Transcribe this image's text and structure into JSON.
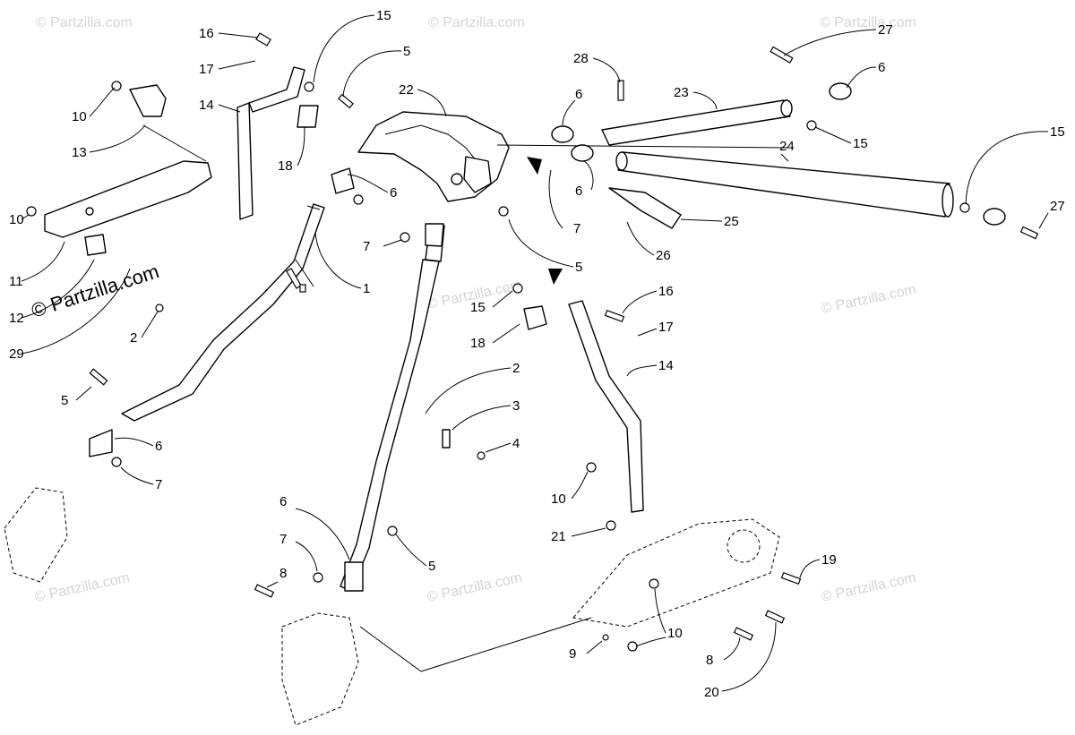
{
  "watermark": {
    "text": "© Partzilla.com"
  },
  "callouts": [
    "16",
    "15",
    "5",
    "17",
    "10",
    "14",
    "13",
    "22",
    "28",
    "23",
    "27",
    "6",
    "15",
    "24",
    "18",
    "6",
    "6",
    "15",
    "6",
    "10",
    "7",
    "7",
    "25",
    "27",
    "11",
    "1",
    "5",
    "26",
    "12",
    "29",
    "2",
    "15",
    "16",
    "18",
    "17",
    "5",
    "2",
    "14",
    "3",
    "4",
    "6",
    "7",
    "6",
    "10",
    "7",
    "5",
    "21",
    "19",
    "8",
    "9",
    "10",
    "8",
    "20"
  ]
}
